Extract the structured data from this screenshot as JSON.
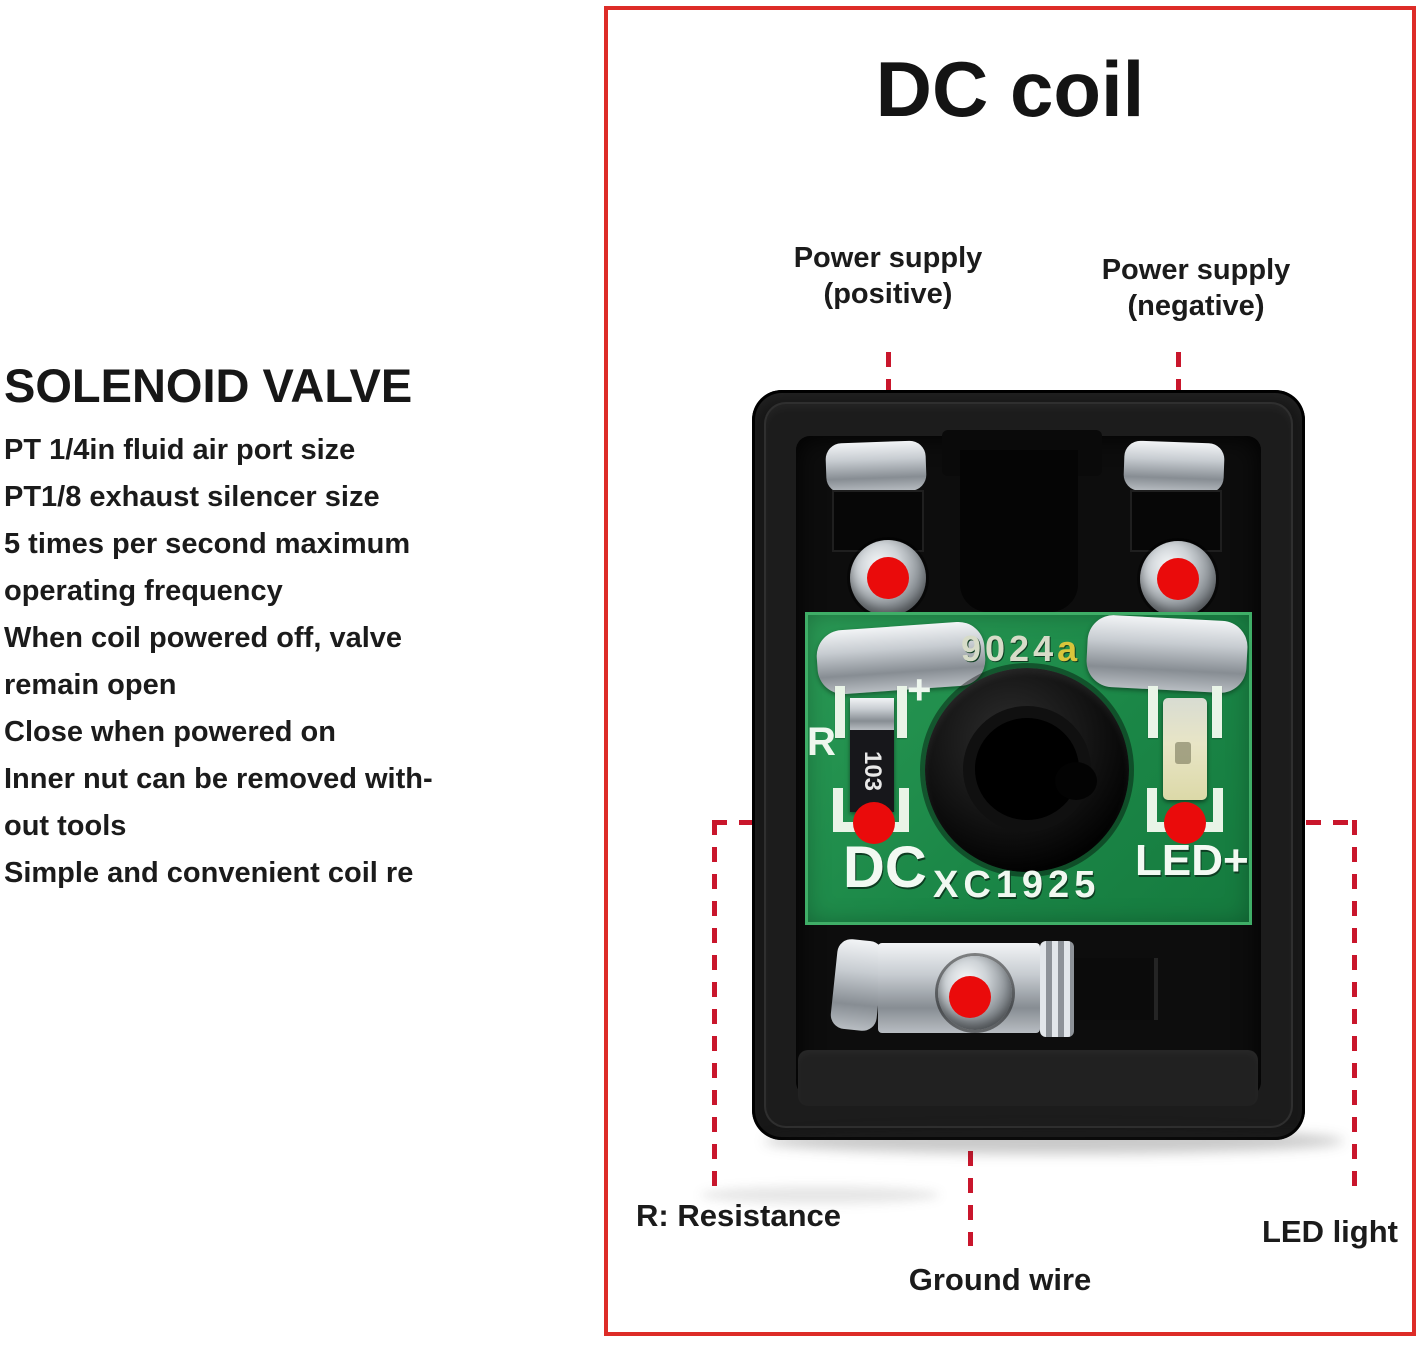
{
  "left_panel": {
    "title": "SOLENOID VALVE",
    "lines": [
      "PT 1/4in fluid air port size",
      "PT1/8 exhaust silencer size",
      "5 times per second maximum",
      "operating frequency",
      "When coil powered off, valve",
      "remain open",
      "Close when powered on",
      "Inner nut can be removed with-",
      "out tools",
      "Simple and convenient coil re"
    ]
  },
  "diagram": {
    "title": "DC coil",
    "labels": {
      "power_positive_line1": "Power supply",
      "power_positive_line2": "(positive)",
      "power_negative_line1": "Power supply",
      "power_negative_line2": "(negative)",
      "resistance": "R: Resistance",
      "ground": "Ground wire",
      "led": "LED light"
    },
    "pcb": {
      "marking_top": "9024",
      "marking_suffix": "a",
      "plus_marking": "+",
      "resistor_designator": "R",
      "resistor_label": "103",
      "dc_marking": "DC",
      "model_marking": "XC1925",
      "led_marking": "LED+"
    },
    "colors": {
      "box_border_red": "#dd2c27",
      "dash_red": "#c9162c",
      "dot_red": "#ea0b0b",
      "pcb_green": "#1b8747",
      "pcb_edge_green": "#3fae67",
      "housing_black": "#171717",
      "silver": "#c7ccd1",
      "silkscreen_white": "#e9f4e7",
      "marking_yellow": "#d9c53b"
    }
  }
}
